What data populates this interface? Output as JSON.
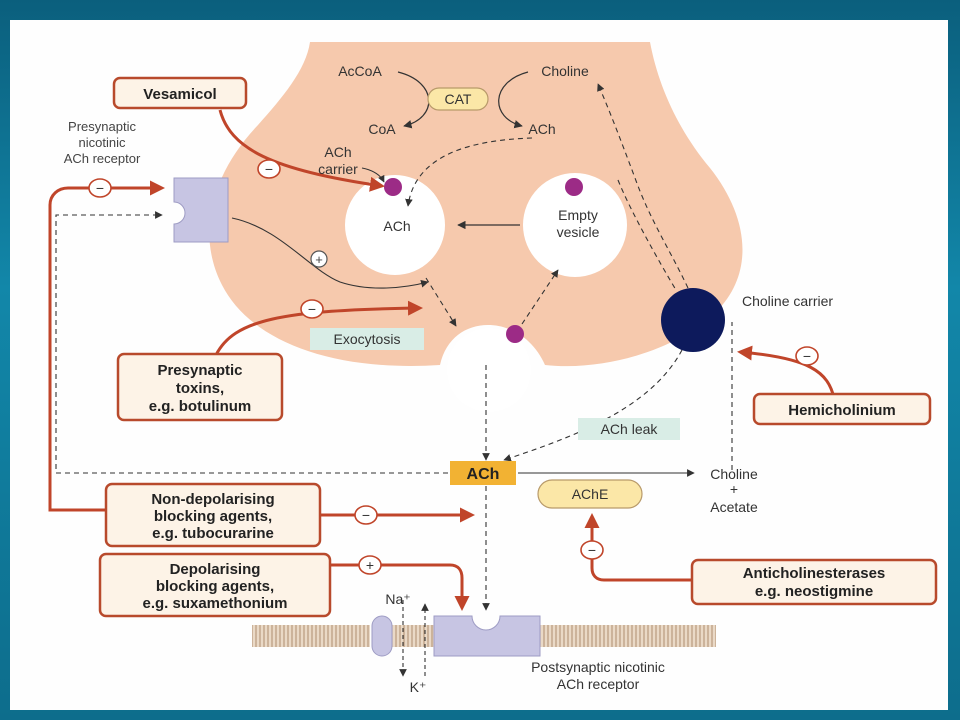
{
  "labels": {
    "accoa": "AcCoA",
    "choline_top": "Choline",
    "cat": "CAT",
    "coa": "CoA",
    "ach_top": "ACh",
    "ach_carrier": [
      "ACh",
      "carrier"
    ],
    "ach_vesicle": "ACh",
    "empty_vesicle": [
      "Empty",
      "vesicle"
    ],
    "presyn_receptor": [
      "Presynaptic",
      "nicotinic",
      "ACh receptor"
    ],
    "choline_carrier": "Choline carrier",
    "exocytosis": "Exocytosis",
    "ach_leak": "ACh leak",
    "ach_cleft": "ACh",
    "ache": "AChE",
    "choline_acetate": [
      "Choline",
      "+",
      "Acetate"
    ],
    "na": "Na⁺",
    "k": "K⁺",
    "postsyn_receptor": [
      "Postsynaptic nicotinic",
      "ACh receptor"
    ]
  },
  "drugs": {
    "vesamicol": [
      "Vesamicol"
    ],
    "presyn_toxins": [
      "Presynaptic",
      "toxins,",
      "e.g. botulinum"
    ],
    "hemicholinium": [
      "Hemicholinium"
    ],
    "nondepol": [
      "Non-depolarising",
      "blocking agents,",
      "e.g. tubocurarine"
    ],
    "depol": [
      "Depolarising",
      "blocking agents,",
      "e.g. suxamethonium"
    ],
    "anticholinesterases": [
      "Anticholinesterases",
      "e.g. neostigmine"
    ]
  },
  "signs": {
    "minus": "−",
    "plus": "+"
  },
  "colors": {
    "terminal": "#f6c9ad",
    "inhibit_arrow": "#c0452a",
    "box_border": "#b84a2c",
    "box_fill": "#fdf3e7",
    "purple": "#9c2b86",
    "choline_carrier": "#0d1a5c",
    "receptor": "#c7c5e3",
    "ach_highlight": "#f2b233",
    "cat_fill": "#fbe7a7",
    "label_bg": "#d9ede6"
  }
}
